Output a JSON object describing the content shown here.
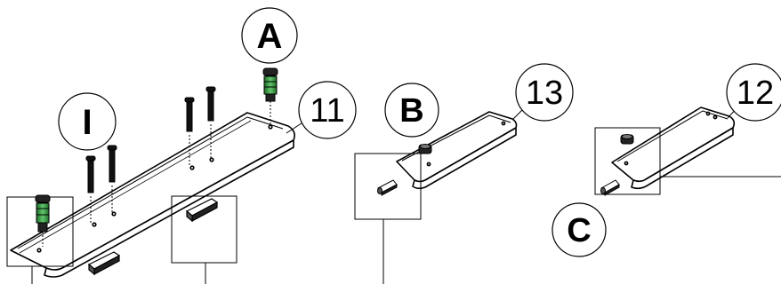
{
  "callouts": {
    "step_a": "A",
    "step_b": "B",
    "step_c": "C",
    "step_i": "I",
    "part_11": "11",
    "part_13": "13",
    "part_12": "12"
  },
  "colors": {
    "line": "#000000",
    "panel_fill": "#ffffff",
    "bolt": "#111111",
    "cam_green": "#3da84a",
    "dowel": "#222222"
  },
  "icons": {
    "bolt": "long-screw",
    "cam": "cam-lock-bolt",
    "dowel": "wooden-dowel",
    "nut": "cam-nut"
  }
}
